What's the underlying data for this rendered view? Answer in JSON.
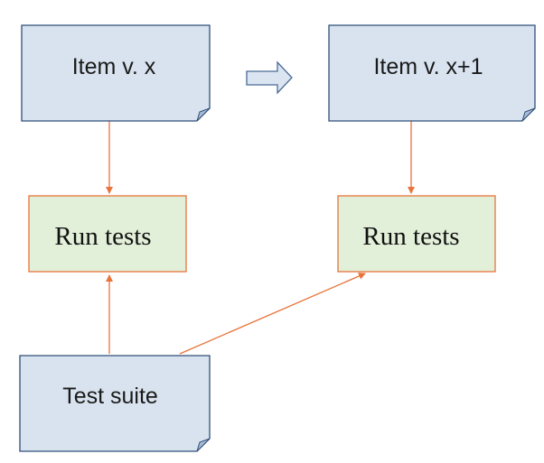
{
  "diagram": {
    "documents": {
      "item_vx": {
        "label": "Item v. x"
      },
      "item_vx1": {
        "label": "Item v. x+1"
      },
      "test_suite": {
        "label": "Test suite"
      }
    },
    "processes": {
      "run_tests_left": {
        "label": "Run tests"
      },
      "run_tests_right": {
        "label": "Run tests"
      }
    },
    "colors": {
      "document_fill": "#d9e3ef",
      "document_stroke": "#2f4f7a",
      "process_fill": "#e2efd9",
      "process_stroke": "#e8743b",
      "connector": "#e8743b",
      "block_arrow_fill": "#dbe5f1",
      "block_arrow_stroke": "#4a6a96"
    },
    "connectors": [
      {
        "from": "item_vx",
        "to": "run_tests_left"
      },
      {
        "from": "item_vx1",
        "to": "run_tests_right"
      },
      {
        "from": "test_suite",
        "to": "run_tests_left"
      },
      {
        "from": "test_suite",
        "to": "run_tests_right"
      }
    ],
    "block_arrow": {
      "from": "item_vx",
      "to": "item_vx1",
      "icon": "right-block-arrow-icon"
    }
  }
}
